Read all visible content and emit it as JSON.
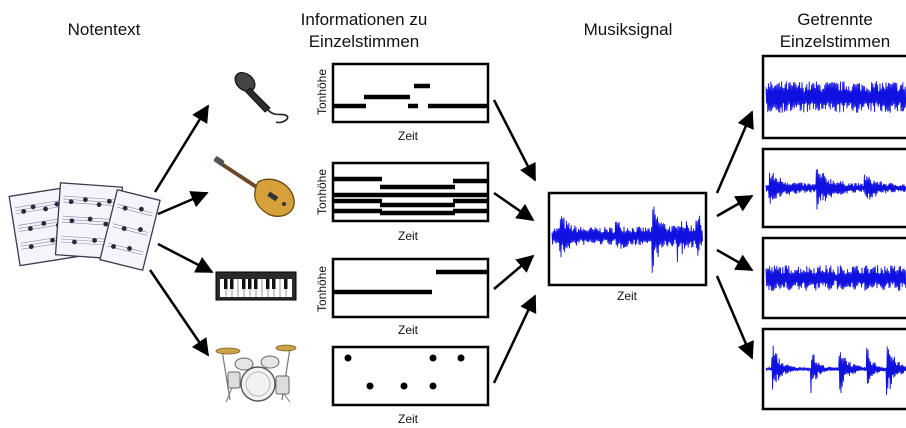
{
  "colors": {
    "waveform": "#1010e0",
    "note": "#000000",
    "background": "#ffffff"
  },
  "headers": {
    "score": "Notentext",
    "voice_info_line1": "Informationen zu",
    "voice_info_line2": "Einzelstimmen",
    "signal": "Musiksignal",
    "separated_line1": "Getrennte",
    "separated_line2": "Einzelstimmen"
  },
  "axis": {
    "pitch": "Tonhöhe",
    "time": "Zeit"
  },
  "instruments": [
    {
      "name": "vocals",
      "icon": "microphone-icon"
    },
    {
      "name": "guitar",
      "icon": "electric-guitar-icon"
    },
    {
      "name": "keyboard",
      "icon": "keyboard-icon"
    },
    {
      "name": "drums",
      "icon": "drum-kit-icon"
    }
  ],
  "icons": {
    "score": "sheet-music-icon"
  }
}
